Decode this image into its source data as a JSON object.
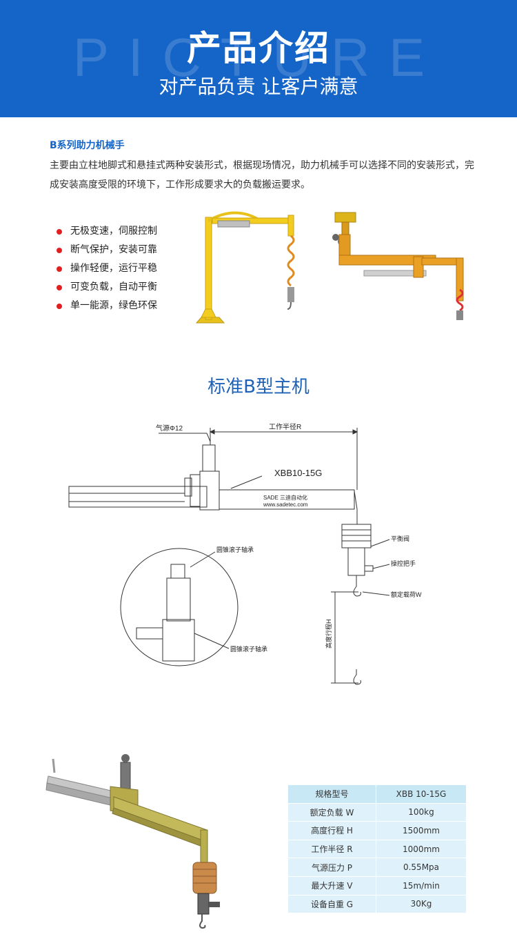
{
  "banner": {
    "bg_word": "PICTURE",
    "title": "产品介绍",
    "subtitle": "对产品负责 让客户满意",
    "color": "#1565c8"
  },
  "intro": {
    "title": "B系列助力机械手",
    "desc": "主要由立柱地脚式和悬挂式两种安装形式，根据现场情况，助力机械手可以选择不同的安装形式，完成安装高度受限的环境下，工作形成要求大的负载搬运要求。"
  },
  "features": [
    "无极变速，伺服控制",
    "断气保护，安装可靠",
    "操作轻便，运行平稳",
    "可变负载，自动平衡",
    "单一能源，绿色环保"
  ],
  "section2_title": "标准B型主机",
  "drawing": {
    "air_label": "气源Φ12",
    "radius_label": "工作半径R",
    "model": "XBB10-15G",
    "brand": "SADE 三迪自动化",
    "url": "www.sadetec.com",
    "valve": "平衡阀",
    "handle": "操控把手",
    "load": "额定载荷W",
    "stroke": "高度行程H",
    "bearing1": "圆锥滚子轴承",
    "bearing2": "圆锥滚子轴承"
  },
  "spec_table": [
    [
      "规格型号",
      "XBB 10-15G"
    ],
    [
      "额定负载 W",
      "100kg"
    ],
    [
      "高度行程 H",
      "1500mm"
    ],
    [
      "工作半径 R",
      "1000mm"
    ],
    [
      "气源压力 P",
      "0.55Mpa"
    ],
    [
      "最大升速 V",
      "15m/min"
    ],
    [
      "设备自重 G",
      "30Kg"
    ]
  ]
}
